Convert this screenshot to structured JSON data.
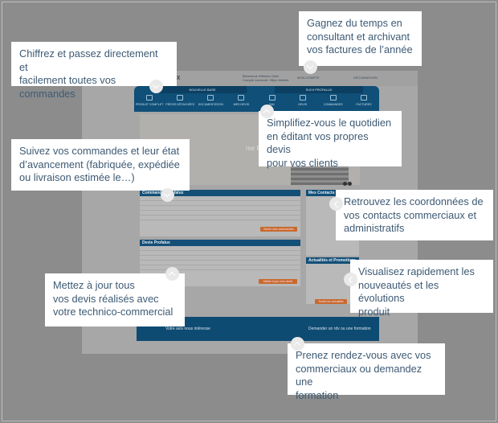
{
  "screenshot": {
    "logo": "ux",
    "welcome": [
      "Bienvenue Wiktoria Oster",
      "Compte connecté: Hiljon Mollets"
    ],
    "account_label": "MON COMPTE",
    "logout_label": "DÉCONNEXION",
    "nav_left_label": "NOUVELLE BASE",
    "nav_right_label": "SUIVI PROFALUX",
    "tabs": [
      "PRODUIT COMPLET",
      "PIÈCES DÉTACHÉES",
      "DOCUMENTATION",
      "MES DEVIS",
      "SAV",
      "DEVIS",
      "COMMANDES",
      "FACTURES"
    ],
    "hero_text": "me Presto",
    "orders_title": "Commandes Profalux",
    "quotes_title": "Devis Profalux",
    "orders_button": "Suivre mes commandes",
    "quotes_button": "Mettre à jour mes devis",
    "contacts_title": "Mes Contacts",
    "news_title": "Actualités et Promotions",
    "news_button": "Toutes les actualités",
    "footer_left": "Votre avis nous intéresse",
    "footer_right": "Demander un rdv ou une formation"
  },
  "callouts": [
    {
      "id": "commands",
      "lines": [
        "Chiffrez et passez directement et",
        "facilement toutes vos commandes"
      ]
    },
    {
      "id": "invoices",
      "lines": [
        "Gagnez du temps en",
        "consultant et archivant",
        "vos factures de l’année"
      ]
    },
    {
      "id": "quotes",
      "lines": [
        "Simplifiez-vous le quotidien",
        "en éditant vos propres devis",
        "pour vos clients"
      ]
    },
    {
      "id": "tracking",
      "lines": [
        "Suivez vos commandes et leur état",
        "d’avancement (fabriquée, expédiée",
        "ou livraison estimée le…)"
      ]
    },
    {
      "id": "contacts",
      "lines": [
        "Retrouvez les coordonnées de",
        "vos contacts commerciaux et",
        "administratifs"
      ]
    },
    {
      "id": "update_quotes",
      "lines": [
        "Mettez à jour tous",
        "vos devis réalisés avec",
        "votre technico-commercial"
      ]
    },
    {
      "id": "news",
      "lines": [
        "Visualisez rapidement les",
        "nouveautés et les évolutions",
        "produit"
      ]
    },
    {
      "id": "meeting",
      "lines": [
        "Prenez rendez-vous avec vos",
        "commerciaux ou demandez une",
        "formation"
      ]
    }
  ]
}
